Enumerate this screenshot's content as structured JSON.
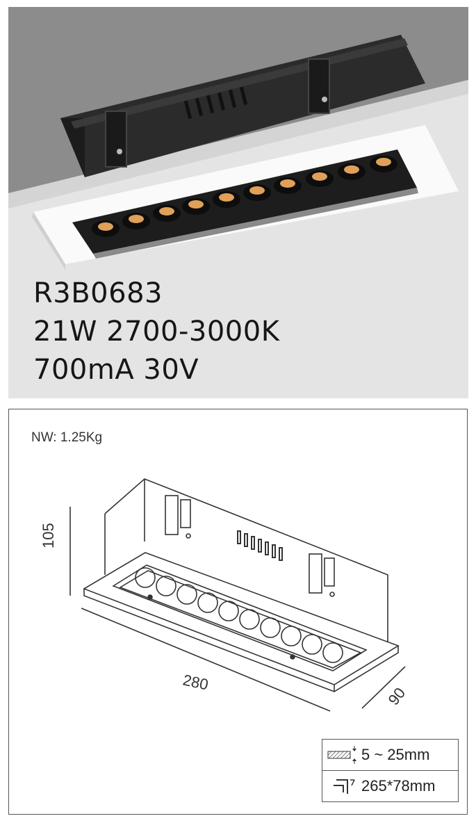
{
  "product": {
    "model": "R3B0683",
    "power_cct": "21W 2700-3000K",
    "current_voltage": "700mA 30V"
  },
  "drawing": {
    "weight": "NW: 1.25Kg",
    "height": "105",
    "length": "280",
    "depth": "90",
    "ceiling_thickness": "5 ~ 25mm",
    "cutout": "265*78mm"
  },
  "icons": {
    "thickness": "ceiling-thickness-icon",
    "cutout": "cutout-icon"
  },
  "colors": {
    "photo_background": "#e6e6e6",
    "housing": "#2a2a2a",
    "led_glow": "#e0a05a"
  }
}
